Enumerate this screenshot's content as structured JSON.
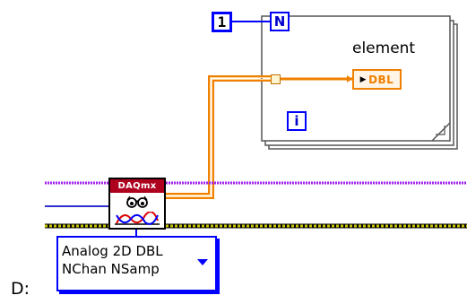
{
  "drive_label": "D:",
  "for_loop": {
    "count_constant": "1",
    "count_terminal": "N",
    "iteration_terminal": "i",
    "element_label": "element",
    "indicator_type": "DBL"
  },
  "daqmx_vi": {
    "header": "DAQmx",
    "icon_glasses": "glasses-icon",
    "icon_waveform": "waveform-icon"
  },
  "polymorphic_selector": {
    "line1": "Analog 2D DBL",
    "line2": "NChan NSamp"
  },
  "colors": {
    "orange_wire": "#f08000",
    "blue": "#0000ff",
    "purple_wire": "#a020f0",
    "yellow_wire": "#c8c800",
    "daqmx_red": "#b00020"
  }
}
